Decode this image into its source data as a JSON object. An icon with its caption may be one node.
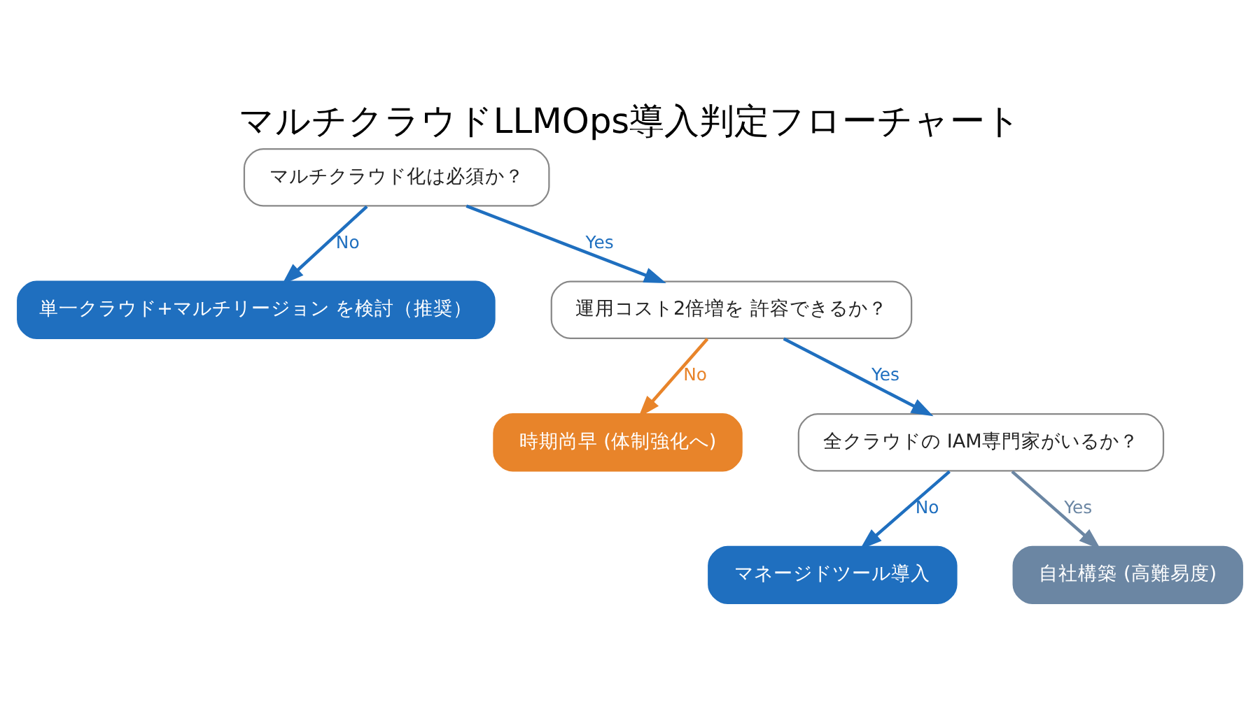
{
  "diagram": {
    "title": "マルチクラウドLLMOps導入判定フローチャート",
    "nodes": [
      {
        "text": [
          "マルチクラウド化は必須か？"
        ]
      },
      {
        "text": [
          "単一クラウド+マルチリージョン を検討（推奨）"
        ]
      },
      {
        "text": [
          "運用コスト2倍増を 許容できるか？"
        ]
      },
      {
        "text": [
          "時期尚早 (体制強化へ)"
        ]
      },
      {
        "text": [
          "全クラウドの IAM専門家がいるか？"
        ]
      },
      {
        "text": [
          "マネージドツール導入"
        ]
      },
      {
        "text": [
          "自社構築 (高難易度)"
        ]
      }
    ],
    "edges": [
      {
        "from": 0,
        "to": 1,
        "arrow": "to",
        "label": "No"
      },
      {
        "from": 0,
        "to": 2,
        "arrow": "to",
        "label": "Yes"
      },
      {
        "from": 2,
        "to": 3,
        "arrow": "to",
        "label": "No",
        "color": "#e8842a"
      },
      {
        "from": 2,
        "to": 4,
        "arrow": "to",
        "label": "Yes"
      },
      {
        "from": 4,
        "to": 5,
        "arrow": "to",
        "label": "No"
      },
      {
        "from": 4,
        "to": 6,
        "arrow": "to",
        "label": "Yes",
        "color": "#6b86a3"
      }
    ]
  }
}
